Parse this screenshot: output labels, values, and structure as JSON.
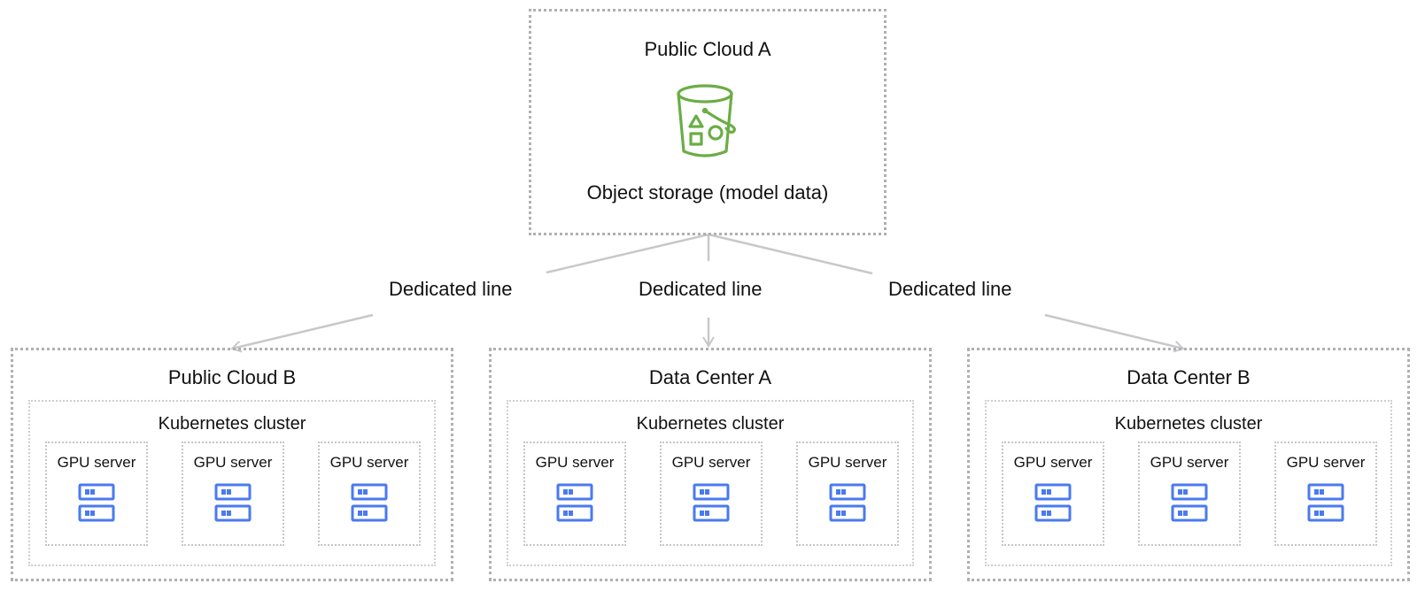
{
  "source": {
    "title": "Public Cloud A",
    "icon": "object-storage-bucket-icon",
    "caption": "Object storage (model data)",
    "icon_color": "#6aad45"
  },
  "connections": [
    {
      "label": "Dedicated line",
      "to": "Public Cloud B"
    },
    {
      "label": "Dedicated line",
      "to": "Data Center A"
    },
    {
      "label": "Dedicated line",
      "to": "Data Center B"
    }
  ],
  "sites": [
    {
      "title": "Public Cloud B",
      "cluster": "Kubernetes cluster",
      "servers": [
        "GPU server",
        "GPU server",
        "GPU server"
      ]
    },
    {
      "title": "Data Center A",
      "cluster": "Kubernetes cluster",
      "servers": [
        "GPU server",
        "GPU server",
        "GPU server"
      ]
    },
    {
      "title": "Data Center B",
      "cluster": "Kubernetes cluster",
      "servers": [
        "GPU server",
        "GPU server",
        "GPU server"
      ]
    }
  ],
  "colors": {
    "server_icon": "#4a7af0",
    "connector": "#c8c8cc",
    "border": "#bdbdbd"
  }
}
